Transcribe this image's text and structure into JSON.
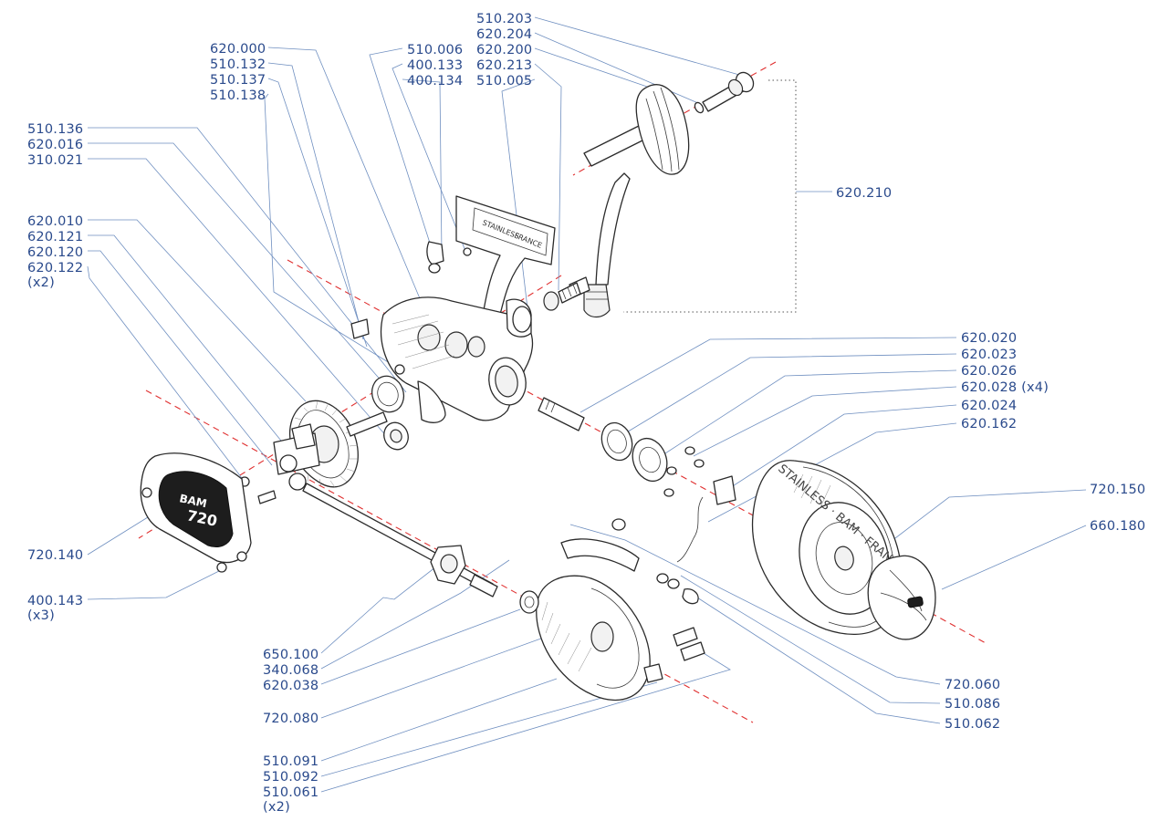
{
  "labels": {
    "l_510_203": "510.203",
    "l_620_204": "620.204",
    "l_620_200": "620.200",
    "l_620_213": "620.213",
    "l_510_005": "510.005",
    "l_620_000": "620.000",
    "l_510_132": "510.132",
    "l_510_137": "510.137",
    "l_510_138": "510.138",
    "l_510_006": "510.006",
    "l_400_133": "400.133",
    "l_400_134": "400.134",
    "l_510_136": "510.136",
    "l_620_016": "620.016",
    "l_310_021": "310.021",
    "l_620_010": "620.010",
    "l_620_121": "620.121",
    "l_620_120": "620.120",
    "l_620_122": "620.122",
    "l_620_122_qty": "(x2)",
    "l_620_210": "620.210",
    "l_620_020": "620.020",
    "l_620_023": "620.023",
    "l_620_026": "620.026",
    "l_620_028": "620.028 (x4)",
    "l_620_024": "620.024",
    "l_620_162": "620.162",
    "l_720_150": "720.150",
    "l_660_180": "660.180",
    "l_720_140": "720.140",
    "l_400_143": "400.143",
    "l_400_143_qty": "(x3)",
    "l_650_100": "650.100",
    "l_340_068": "340.068",
    "l_620_038": "620.038",
    "l_720_080": "720.080",
    "l_510_091": "510.091",
    "l_510_092": "510.092",
    "l_510_061": "510.061",
    "l_510_061_qty": "(x2)",
    "l_720_060": "720.060",
    "l_510_086": "510.086",
    "l_510_062": "510.062"
  },
  "markings": {
    "cover_brand": "BAM",
    "cover_model": "720",
    "spool_text": "STAINLESS · BAM · FRANCE",
    "foot_text_1": "STAINLESS",
    "foot_text_2": "FRANCE"
  },
  "colors": {
    "label_text": "#2a4a8c",
    "leader_line": "#6f8fc0",
    "axis_line": "#e03030"
  }
}
